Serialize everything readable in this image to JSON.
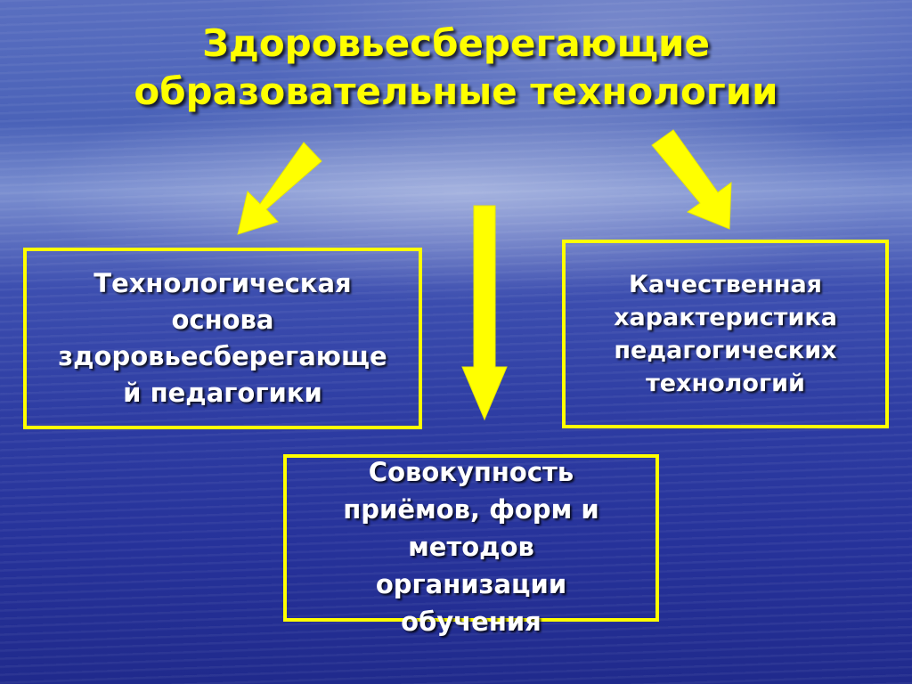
{
  "title": {
    "line1": "Здоровьесберегающие",
    "line2": "образовательные технологии"
  },
  "boxes": {
    "left": [
      "Технологическая",
      "основа",
      "здоровьесберегающе",
      "й педагогики"
    ],
    "right": [
      "Качественная",
      "характеристика",
      "педагогических",
      "технологий"
    ],
    "bottom": [
      "Совокупность",
      "приёмов, форм и",
      "методов",
      "организации",
      "обучения"
    ]
  },
  "colors": {
    "accent": "#ffff00",
    "text": "#ffffff",
    "background": "#2e3da3"
  }
}
